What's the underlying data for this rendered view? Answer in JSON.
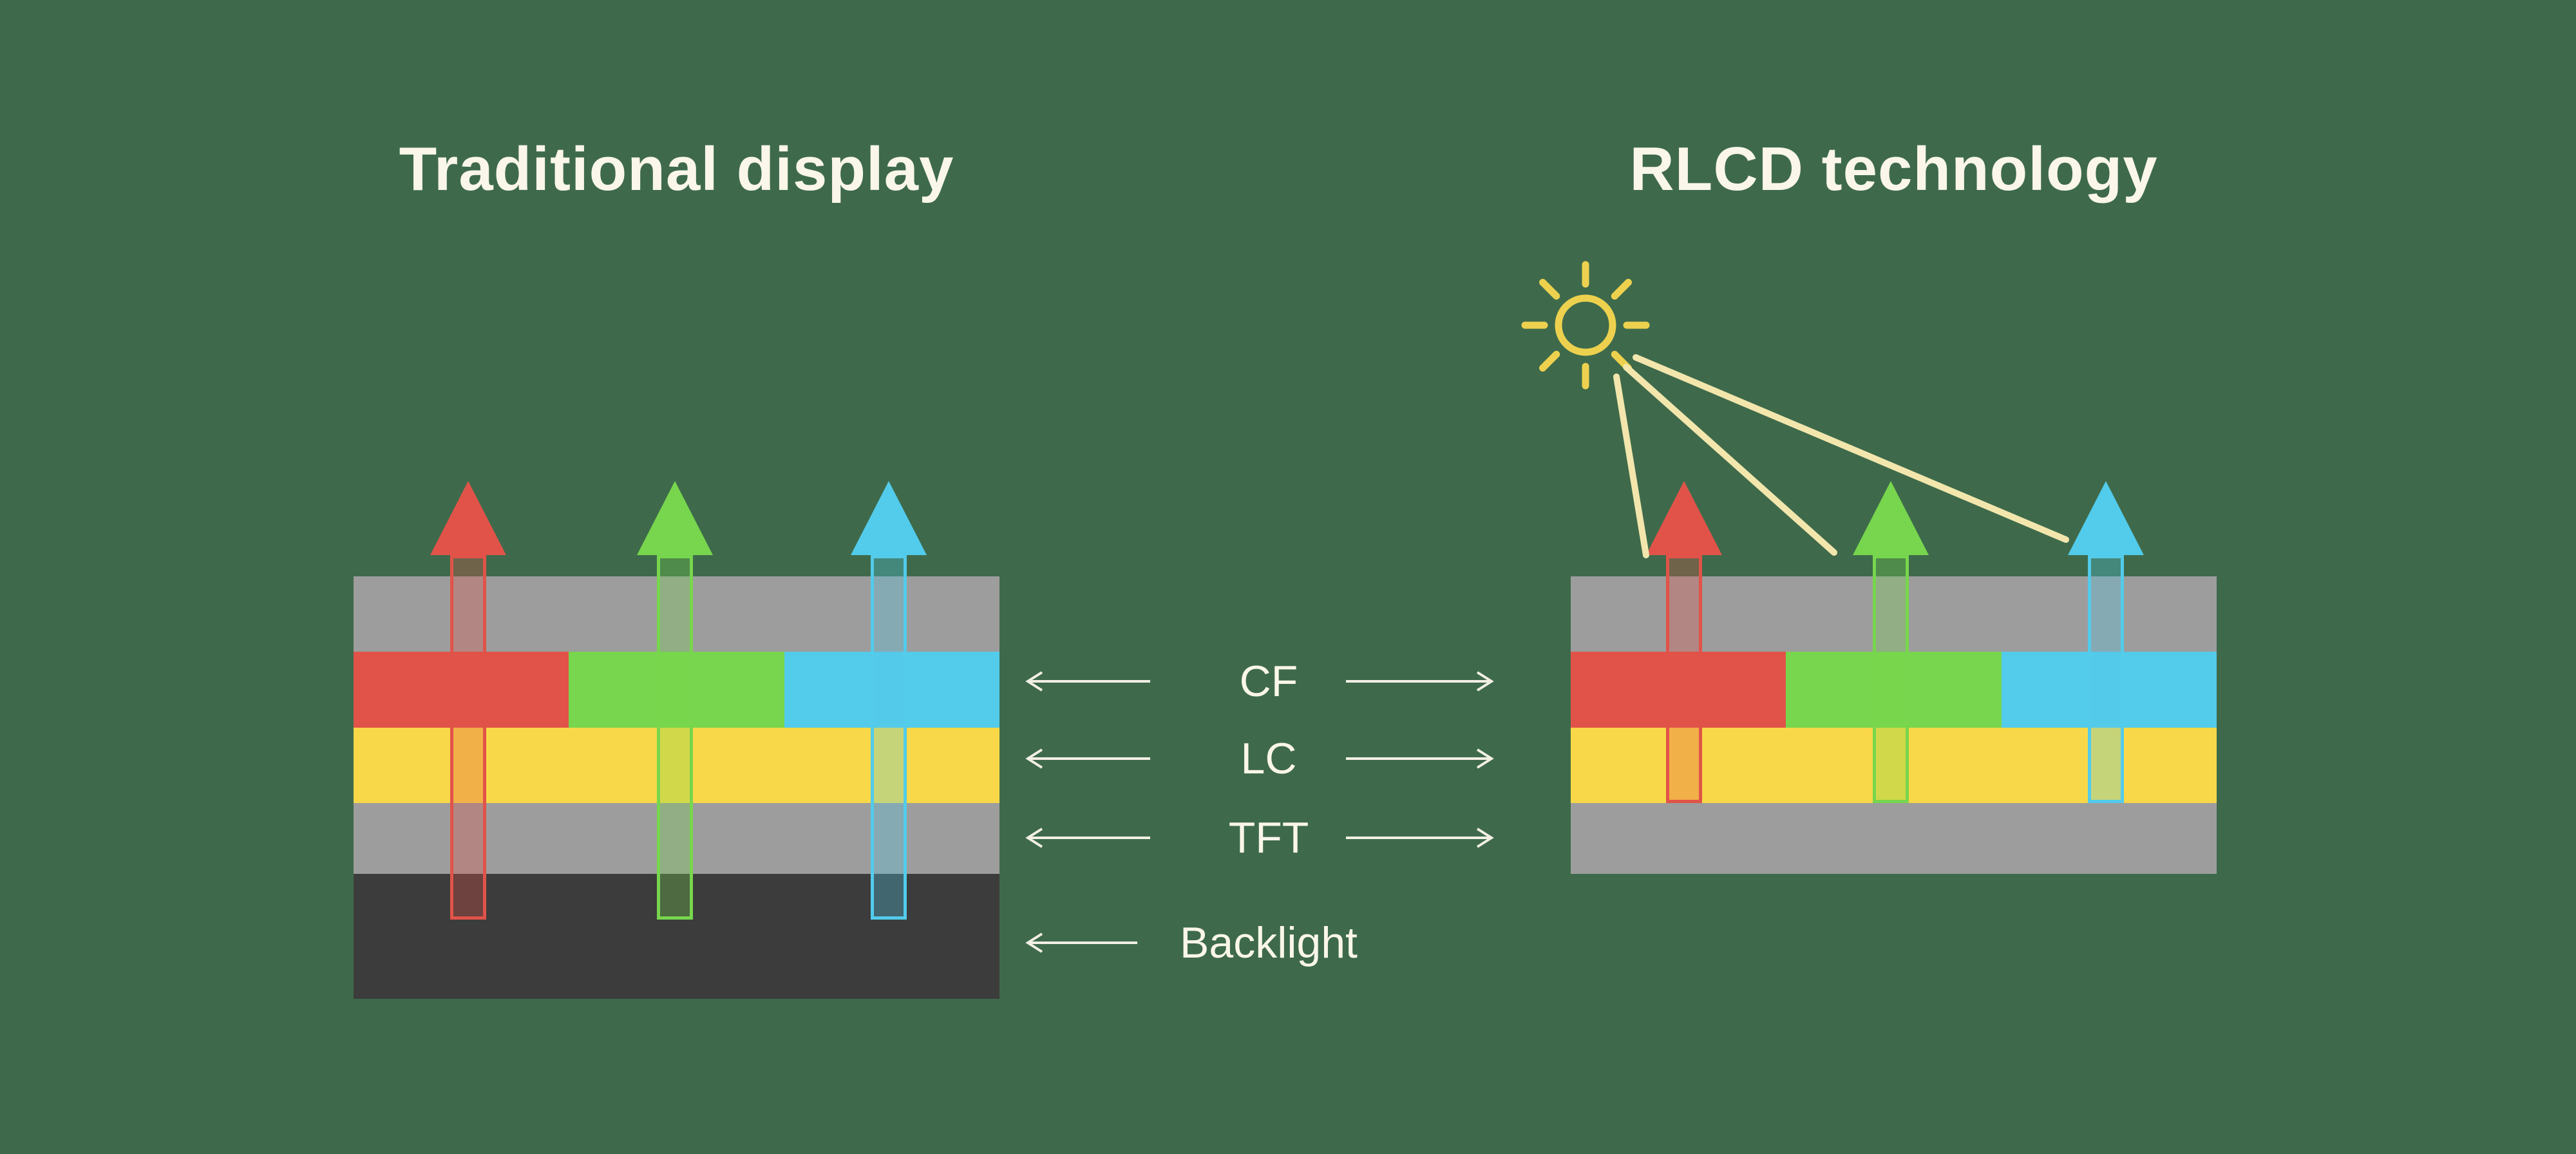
{
  "diagram": {
    "left_panel": {
      "title": "Traditional display",
      "layers": [
        "glass",
        "color filter",
        "liquid crystal",
        "TFT",
        "backlight"
      ]
    },
    "right_panel": {
      "title": "RLCD technology",
      "layers": [
        "glass",
        "color filter",
        "liquid crystal",
        "TFT"
      ],
      "light_source": "sun"
    },
    "legend": {
      "cf_label": "CF",
      "lc_label": "LC",
      "tft_label": "TFT",
      "backlight_label": "Backlight"
    },
    "colors": {
      "background": "#3E6A4B",
      "glass_gray": "#9D9D9D",
      "cf_red": "#E15349",
      "cf_green": "#77D64D",
      "cf_cyan": "#53CBEA",
      "lc_yellow": "#F8D848",
      "backlight_dark": "#3C3C3C",
      "text": "#FAF6E9",
      "sun_yellow": "#EDD14E",
      "ray_cream": "#F3E6AD"
    }
  }
}
